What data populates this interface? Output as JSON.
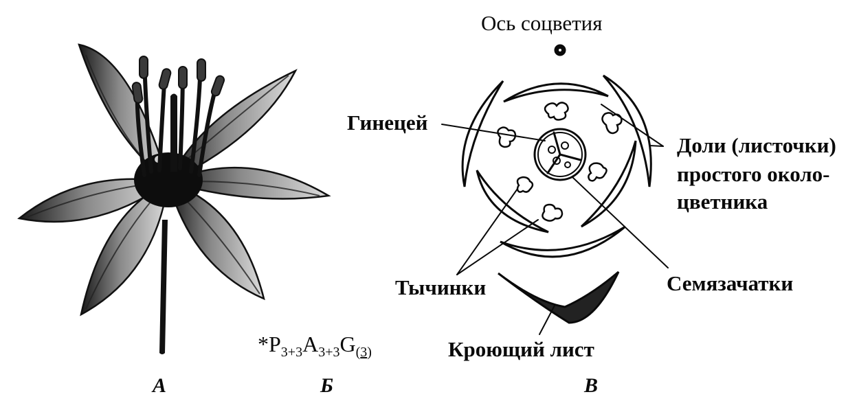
{
  "figure": {
    "panels": [
      {
        "id": "A",
        "letter": "А",
        "content": "flower illustration (drawing of a six-tepal lily-type flower)"
      },
      {
        "id": "B",
        "letter": "Б",
        "content": "floral formula"
      },
      {
        "id": "V",
        "letter": "В",
        "content": "floral diagram"
      }
    ]
  },
  "formula": {
    "star": "*",
    "P": "P",
    "P_sub": "3+3",
    "A": "A",
    "A_sub": "3+3",
    "G": "G",
    "G_open": "(",
    "G_num": "3",
    "G_close": ")"
  },
  "diagram": {
    "labels": {
      "axis": "Ось соцветия",
      "gynoecium": "Гинецей",
      "tepals_line1": "Доли (листочки)",
      "tepals_line2": "простого около-",
      "tepals_line3": "цветника",
      "stamens": "Тычинки",
      "ovules": "Семязачатки",
      "bract": "Кроющий лист"
    },
    "counts": {
      "outer_tepals": 3,
      "inner_tepals": 3,
      "stamens": 6,
      "carpels": 3
    }
  },
  "colors": {
    "ink": "#0a0a0a",
    "background": "#ffffff"
  }
}
